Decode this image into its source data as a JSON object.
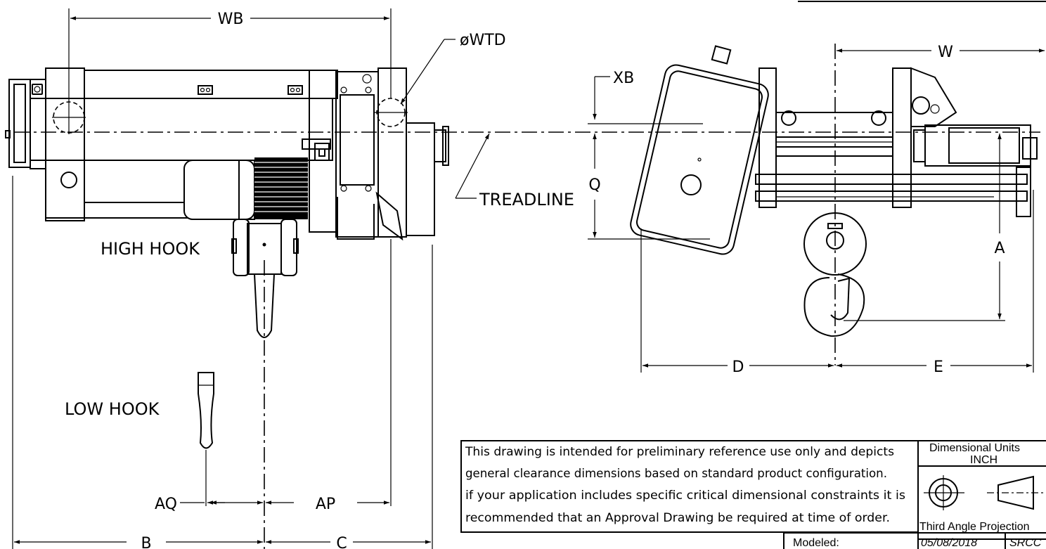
{
  "dimensions": {
    "wb": "WB",
    "wtd": "øWTD",
    "xb": "XB",
    "w": "W",
    "q": "Q",
    "a": "A",
    "d": "D",
    "e": "E",
    "aq": "AQ",
    "ap": "AP",
    "b": "B",
    "c": "C"
  },
  "labels": {
    "treadline": "TREADLINE",
    "high_hook": "HIGH HOOK",
    "low_hook": "LOW HOOK"
  },
  "note": {
    "lines": [
      "This drawing is intended for preliminary reference use only and depicts",
      "general clearance dimensions based on standard product configuration.",
      "if your application includes specific critical dimensional constraints it is",
      "recommended that an Approval Drawing be required at time of order."
    ]
  },
  "title_block": {
    "units_label": "Dimensional Units",
    "units_value": "INCH",
    "projection": "Third Angle Projection",
    "modeled_label": "Modeled:",
    "date": "05/08/2018",
    "initials": "SRCC"
  }
}
